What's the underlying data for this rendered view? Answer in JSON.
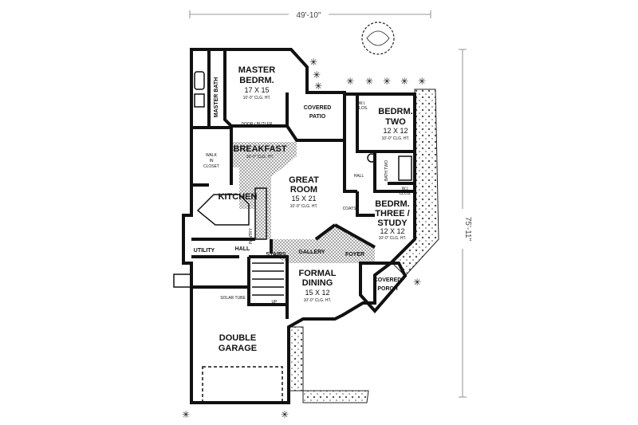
{
  "dimensions": {
    "width": "49'-10\"",
    "depth": "75'-11\""
  },
  "rooms": {
    "master_bedroom": {
      "name_line1": "MASTER",
      "name_line2": "BEDRM.",
      "size": "17 X 15",
      "ceiling": "10'-0\" CLG. HT."
    },
    "master_bath": {
      "name": "MASTER BATH"
    },
    "covered_patio": {
      "name_line1": "COVERED",
      "name_line2": "PATIO"
    },
    "bedroom_two": {
      "name_line1": "BEDRM.",
      "name_line2": "TWO",
      "size": "12 X 12",
      "ceiling": "10'-0\" CLG. HT."
    },
    "wi_closet_two": {
      "line1": "W.I.",
      "line2": "CLOS."
    },
    "breakfast": {
      "name": "BREAKFAST",
      "ceiling": "10'-0\" CLG. HT.",
      "door_label": "DOOR / BUTLER"
    },
    "walk_in_closet": {
      "line1": "WALK",
      "line2": "IN",
      "line3": "CLOSET"
    },
    "great_room": {
      "name_line1": "GREAT",
      "name_line2": "ROOM",
      "size": "15 X 21",
      "ceiling": "10'-0\" CLG. HT."
    },
    "hall": {
      "name": "HALL"
    },
    "bath_two": {
      "name": "BATH TWO"
    },
    "wi_closet_three": {
      "line1": "W.I.",
      "line2": "CLOS."
    },
    "kitchen": {
      "name": "KITCHEN"
    },
    "bedroom_three": {
      "name_line1": "BEDRM.",
      "name_line2": "THREE /",
      "name_line3": "STUDY",
      "size": "12 X 12",
      "ceiling": "10'-0\" CLG. HT."
    },
    "coats": {
      "name": "COATS"
    },
    "utility": {
      "name": "UTILITY"
    },
    "hall_lower": {
      "name": "HALL"
    },
    "stairs": {
      "name": "STAIRS"
    },
    "gallery": {
      "name": "GALLERY"
    },
    "foyer": {
      "name": "FOYER"
    },
    "formal_dining": {
      "name_line1": "FORMAL",
      "name_line2": "DINING",
      "size": "15 X 12",
      "ceiling": "10'-0\" CLG. HT."
    },
    "covered_porch": {
      "name_line1": "COVERED",
      "name_line2": "PORCH"
    },
    "double_garage": {
      "name_line1": "DOUBLE",
      "name_line2": "GARAGE"
    }
  },
  "fixtures": {
    "solar_tube": "SOLAR TUBE",
    "up": "UP",
    "pantry": "PANTRY"
  }
}
